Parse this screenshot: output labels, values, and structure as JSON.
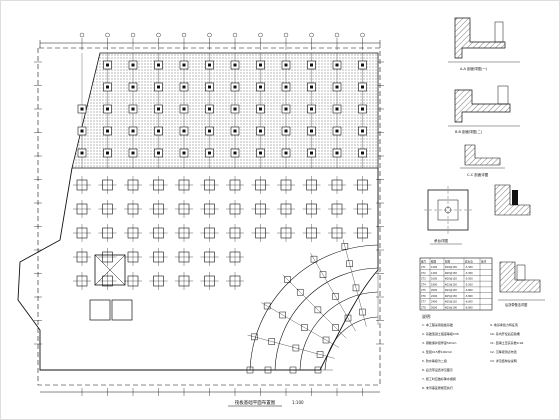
{
  "drawing": {
    "main_plan_title": "筏板基础平面布置图",
    "main_plan_scale": "1:100",
    "sections": [
      {
        "title": "A-A 剖面详图(一)"
      },
      {
        "title": "B-B 剖面详图(二)"
      },
      {
        "title": "C-C 剖面详图"
      }
    ],
    "pile_cap_title": "承台详图",
    "table": {
      "headers": [
        "编号",
        "截面",
        "配筋",
        "底标高",
        "备注"
      ],
      "rows": [
        [
          "CT1",
          "1200",
          "Φ18@150",
          "-5.300",
          ""
        ],
        [
          "CT2",
          "1400",
          "Φ20@150",
          "-5.300",
          ""
        ],
        [
          "CT3",
          "1600",
          "Φ20@120",
          "-5.500",
          ""
        ],
        [
          "CT4",
          "1800",
          "Φ22@150",
          "-5.500",
          ""
        ],
        [
          "CT5",
          "2000",
          "Φ22@120",
          "-5.800",
          ""
        ],
        [
          "CT6",
          "2200",
          "Φ25@150",
          "-5.800",
          ""
        ],
        [
          "CT7",
          "2400",
          "Φ25@120",
          "-6.000",
          ""
        ],
        [
          "CT8",
          "2600",
          "Φ25@100",
          "-6.000",
          ""
        ]
      ]
    },
    "detail_right_title": "后浇带做法详图",
    "notes_title": "说明:",
    "notes_left": [
      "1. 本工程采用筏板基础",
      "2. 基础混凝土强度等级C35",
      "3. 钢筋保护层厚度50mm",
      "4. 垫层C15厚100mm",
      "5. 防水等级为二级",
      "6. 后浇带设置详见图示",
      "7. 施工时应做好降水措施",
      "8. 未尽事宜按规范执行"
    ],
    "notes_right": [
      "9. 地基承载力特征值",
      "10. 基坑开挖后应验槽",
      "11. 回填土压实系数0.94",
      "12. 沉降观测点布置",
      "13. 详见结构总说明"
    ]
  },
  "colors": {
    "line": "#111111",
    "background": "#ffffff",
    "hatch": "#444444"
  }
}
